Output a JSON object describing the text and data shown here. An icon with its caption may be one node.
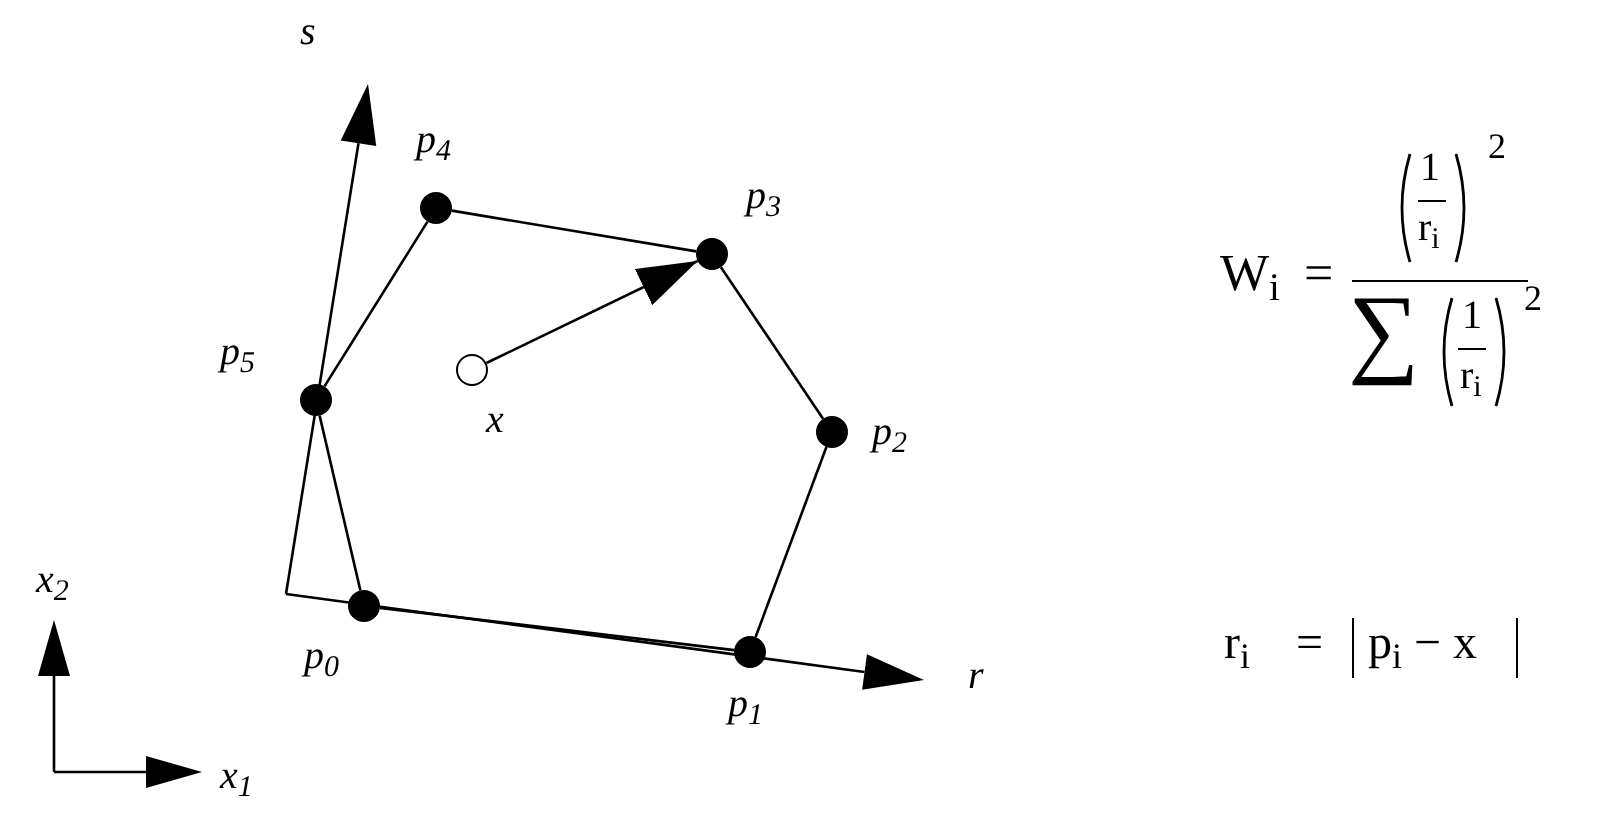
{
  "diagram": {
    "nodes": [
      {
        "text": [],
        "shape": "circle",
        "beside": [
          "p$_{0}$"
        ]
      },
      {
        "text": [],
        "shape": "circle",
        "beside": [
          "p$_{1}$"
        ]
      },
      {
        "text": [],
        "shape": "circle",
        "beside": [
          "p$_{2}$"
        ]
      },
      {
        "text": [],
        "shape": "circle",
        "beside": [
          "p$_{3}$"
        ]
      },
      {
        "text": [],
        "shape": "circle",
        "beside": [
          "p$_{4}$"
        ]
      },
      {
        "text": [],
        "shape": "circle",
        "beside": [
          "p$_{5}$"
        ]
      },
      {
        "text": [],
        "shape": "circle",
        "beside": [
          "x"
        ]
      }
    ],
    "edges": [
      {
        "from": 0,
        "to": 1,
        "arrow": "none"
      },
      {
        "from": 1,
        "to": 2,
        "arrow": "none"
      },
      {
        "from": 2,
        "to": 3,
        "arrow": "none"
      },
      {
        "from": 3,
        "to": 4,
        "arrow": "none"
      },
      {
        "from": 4,
        "to": 5,
        "arrow": "none"
      },
      {
        "from": 5,
        "to": 0,
        "arrow": "none"
      },
      {
        "from": 6,
        "to": 3,
        "arrow": "to"
      }
    ],
    "labels": [
      "s",
      "W$_{i}$",
      "=",
      "1",
      "r$_{i}$",
      "2",
      "∑",
      "1",
      "r$_{i}$",
      "2",
      "r",
      "x$_{2}$",
      "r$_{i}$",
      "=",
      "p$_{i}$ − x",
      "x$_{1}$"
    ]
  }
}
